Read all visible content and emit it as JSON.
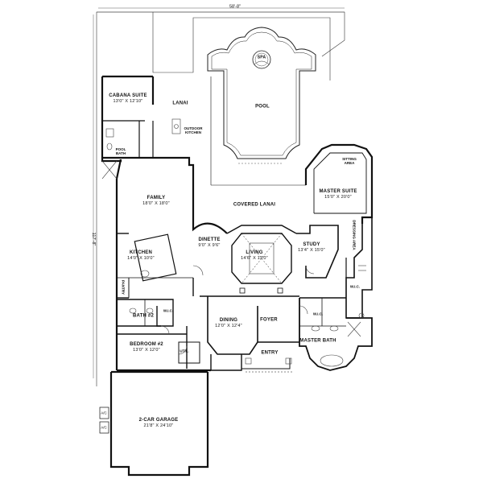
{
  "dimensions": {
    "overall_width": "58'-8\"",
    "overall_depth": "117'-8\""
  },
  "rooms": {
    "spa": {
      "name": "SPA"
    },
    "pool": {
      "name": "POOL"
    },
    "cabana_suite": {
      "name": "CABANA SUITE",
      "size": "13'0\" X 12'10\""
    },
    "lanai": {
      "name": "LANAI"
    },
    "outdoor_kitchen": {
      "name": "OUTDOOR KITCHEN"
    },
    "pool_bath": {
      "name": "POOL BATH"
    },
    "family": {
      "name": "FAMILY",
      "size": "18'0\" X 18'0\""
    },
    "covered_lanai": {
      "name": "COVERED LANAI"
    },
    "sitting_area": {
      "name": "SITTING AREA"
    },
    "master_suite": {
      "name": "MASTER SUITE",
      "size": "15'0\" X 20'0\""
    },
    "dinette": {
      "name": "DINETTE",
      "size": "9'0\" X 9'6\""
    },
    "living": {
      "name": "LIVING",
      "size": "14'6\" X 13'0\""
    },
    "study": {
      "name": "STUDY",
      "size": "13'4\" X 15'0\""
    },
    "dressing_area": {
      "name": "DRESSING AREA"
    },
    "kitchen": {
      "name": "KITCHEN",
      "size": "14'0\" X 10'0\""
    },
    "pantry": {
      "name": "PANTRY"
    },
    "wic_left": {
      "name": "W.I.C."
    },
    "wic_right": {
      "name": "W.I.C."
    },
    "wic_master": {
      "name": "W.I.C."
    },
    "bath2": {
      "name": "BATH #2"
    },
    "dining": {
      "name": "DINING",
      "size": "12'0\" X 12'4\""
    },
    "foyer": {
      "name": "FOYER"
    },
    "master_bath": {
      "name": "MASTER BATH"
    },
    "bedroom2": {
      "name": "BEDROOM #2",
      "size": "13'0\" X 12'0\""
    },
    "util": {
      "name": "UTIL."
    },
    "entry": {
      "name": "ENTRY"
    },
    "garage": {
      "name": "2-CAR GARAGE",
      "size": "21'8\" X 24'10\""
    },
    "ac1": {
      "name": "A/C"
    },
    "ac2": {
      "name": "A/C"
    }
  }
}
